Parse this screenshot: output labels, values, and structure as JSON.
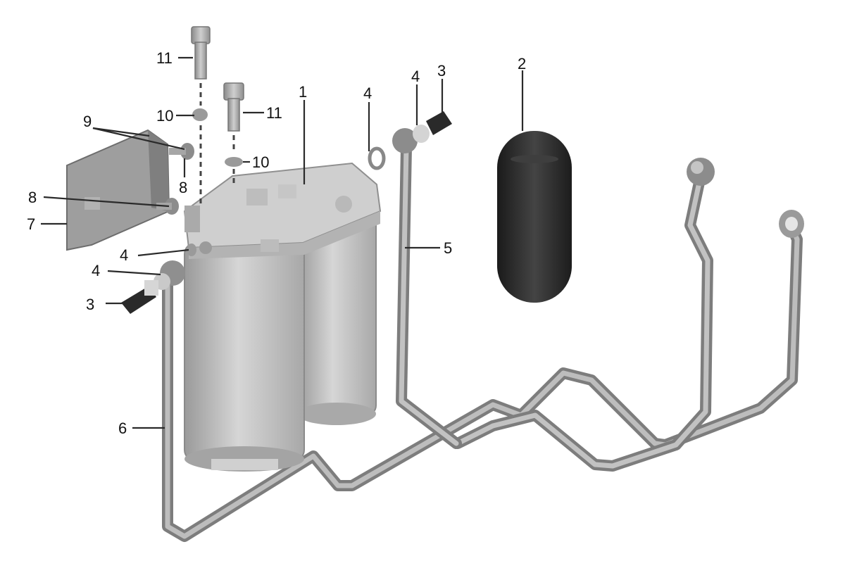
{
  "diagram": {
    "callouts": [
      {
        "id": "c1",
        "label": "1"
      },
      {
        "id": "c2",
        "label": "2"
      },
      {
        "id": "c3a",
        "label": "3"
      },
      {
        "id": "c3b",
        "label": "3"
      },
      {
        "id": "c4a",
        "label": "4"
      },
      {
        "id": "c4b",
        "label": "4"
      },
      {
        "id": "c4c",
        "label": "4"
      },
      {
        "id": "c4d",
        "label": "4"
      },
      {
        "id": "c5",
        "label": "5"
      },
      {
        "id": "c6",
        "label": "6"
      },
      {
        "id": "c7",
        "label": "7"
      },
      {
        "id": "c8a",
        "label": "8"
      },
      {
        "id": "c8b",
        "label": "8"
      },
      {
        "id": "c9",
        "label": "9"
      },
      {
        "id": "c10a",
        "label": "10"
      },
      {
        "id": "c10b",
        "label": "10"
      },
      {
        "id": "c11a",
        "label": "11"
      },
      {
        "id": "c11b",
        "label": "11"
      }
    ]
  }
}
